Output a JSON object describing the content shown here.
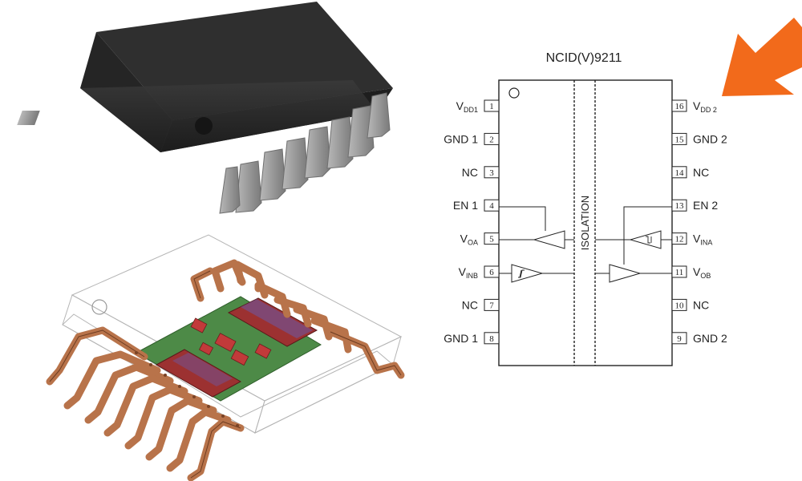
{
  "schematic": {
    "title": "NCID(V)9211",
    "isolation_label": "ISOLATION",
    "left_pins": [
      {
        "num": "1",
        "label": "V",
        "sub": "DD1"
      },
      {
        "num": "2",
        "label": "GND 1",
        "sub": ""
      },
      {
        "num": "3",
        "label": "NC",
        "sub": ""
      },
      {
        "num": "4",
        "label": "EN 1",
        "sub": ""
      },
      {
        "num": "5",
        "label": "V",
        "sub": "OA"
      },
      {
        "num": "6",
        "label": "V",
        "sub": "INB"
      },
      {
        "num": "7",
        "label": "NC",
        "sub": ""
      },
      {
        "num": "8",
        "label": "GND 1",
        "sub": ""
      }
    ],
    "right_pins": [
      {
        "num": "16",
        "label": "V",
        "sub": "DD 2"
      },
      {
        "num": "15",
        "label": "GND 2",
        "sub": ""
      },
      {
        "num": "14",
        "label": "NC",
        "sub": ""
      },
      {
        "num": "13",
        "label": "EN 2",
        "sub": ""
      },
      {
        "num": "12",
        "label": "V",
        "sub": "INA"
      },
      {
        "num": "11",
        "label": "V",
        "sub": "OB"
      },
      {
        "num": "10",
        "label": "NC",
        "sub": ""
      },
      {
        "num": "9",
        "label": "GND 2",
        "sub": ""
      }
    ]
  },
  "colors": {
    "arrow": "#f26a1b",
    "chip_body": "#2b2b2b",
    "lead": "#9a9a9a",
    "copper": "#b8734a",
    "pcb": "#3f7d3a",
    "die": "#a83a3a"
  },
  "icons": {
    "arrow": "orange-pointer-arrow",
    "chip_photo": "soic16-package-photo",
    "chip_xray": "soic16-internal-structure"
  }
}
